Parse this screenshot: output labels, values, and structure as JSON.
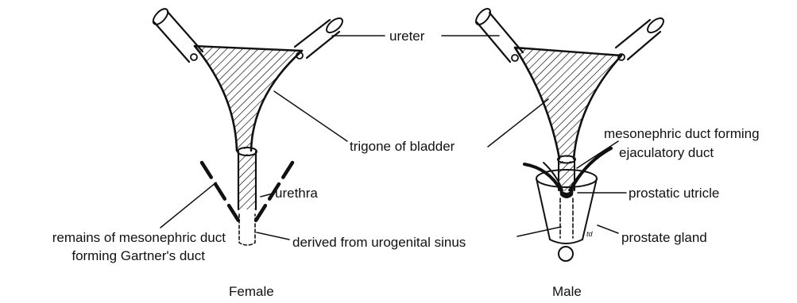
{
  "labels": {
    "ureter": "ureter",
    "trigone": "trigone of bladder",
    "mesonephric_forming": "mesonephric duct forming",
    "ejaculatory": "ejaculatory duct",
    "urethra": "urethra",
    "prostatic_utricle": "prostatic utricle",
    "remains_1": "remains of mesonephric duct",
    "remains_2": "forming Gartner's duct",
    "derived": "derived from urogenital sinus",
    "prostate_gland": "prostate gland",
    "artist_mark": "td"
  },
  "captions": {
    "female": "Female",
    "male": "Male"
  }
}
